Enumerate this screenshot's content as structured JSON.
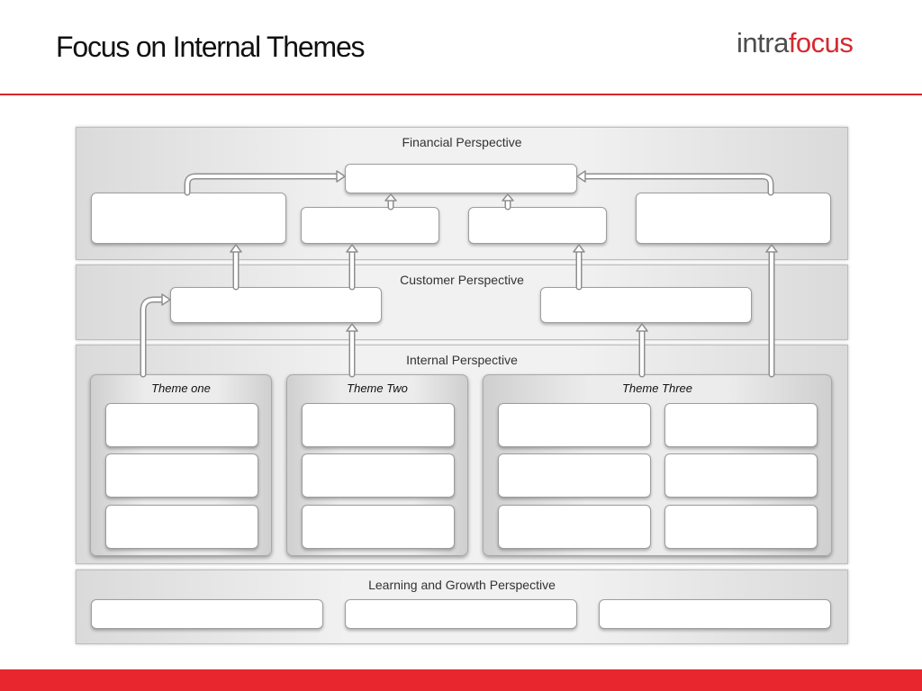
{
  "slide": {
    "title": "Focus on Internal Themes",
    "logo": {
      "part1": "intra",
      "part2": "focus",
      "color1": "#4d4d4f",
      "color2": "#d42a2f"
    },
    "accent_color": "#d7262c"
  },
  "perspectives": {
    "financial": "Financial Perspective",
    "customer": "Customer Perspective",
    "internal": "Internal Perspective",
    "learning": "Learning and Growth Perspective"
  },
  "themes": [
    {
      "label": "Theme one"
    },
    {
      "label": "Theme Two"
    },
    {
      "label": "Theme Three"
    }
  ]
}
